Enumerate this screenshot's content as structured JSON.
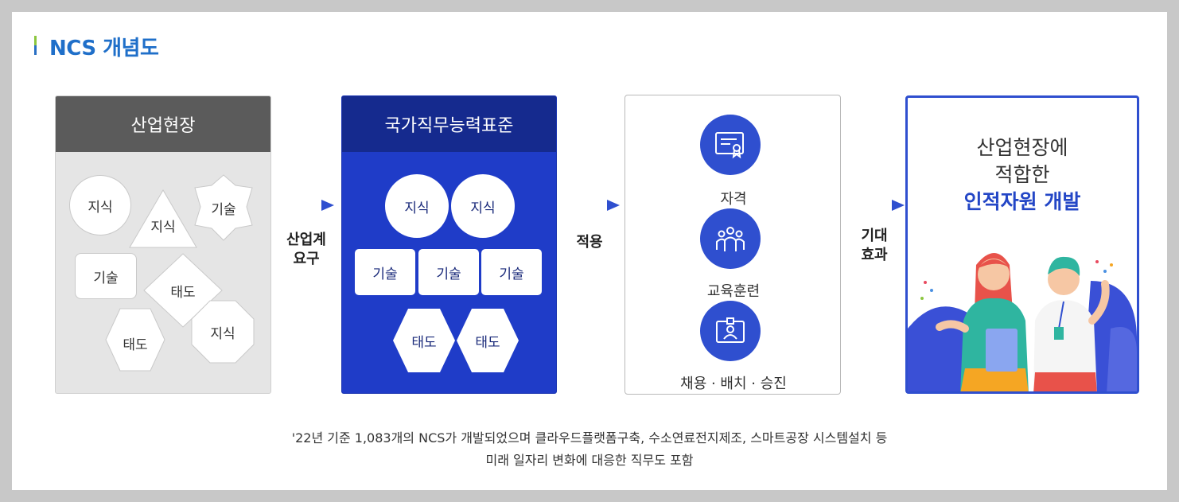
{
  "title": "NCS 개념도",
  "box_industry": {
    "header": "산업현장",
    "shapes": [
      "지식",
      "지식",
      "기술",
      "기술",
      "태도",
      "태도",
      "지식"
    ]
  },
  "box_ncs": {
    "header": "국가직무능력표준",
    "knowledge": [
      "지식",
      "지식"
    ],
    "skills": [
      "기술",
      "기술",
      "기술"
    ],
    "attitudes": [
      "태도",
      "태도"
    ]
  },
  "arrow1_label": [
    "산업계",
    "요구"
  ],
  "arrow2_label": "적용",
  "arrow3_label": [
    "기대",
    "효과"
  ],
  "box_apply": {
    "items": [
      "자격",
      "교육훈련",
      "채용 · 배치 · 승진"
    ],
    "icons": [
      "certificate-icon",
      "group-training-icon",
      "id-card-icon"
    ]
  },
  "box_result": {
    "line1": "산업현장에",
    "line2": "적합한",
    "line3": "인적자원 개발"
  },
  "caption": {
    "line1": "'22년 기준 1,083개의 NCS가 개발되었으며 클라우드플랫폼구축, 수소연료전지제조, 스마트공장 시스템설치 등",
    "line2": "미래 일자리 변화에 대응한 직무도 포함"
  },
  "colors": {
    "accent_blue": "#1f6fc9",
    "ncs_blue": "#1f3cc8",
    "dark_gray": "#5b5b5b",
    "accent_green": "#8cc63f"
  }
}
